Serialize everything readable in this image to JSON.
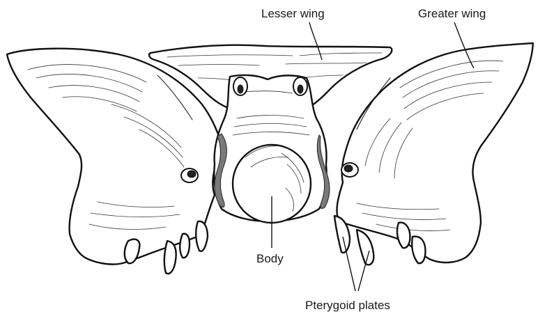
{
  "labels": {
    "lesser_wing": "Lesser wing",
    "greater_wing": "Greater wing",
    "body": "Body",
    "pterygoid_plates": "Pterygoid plates"
  },
  "colors": {
    "ink": "#111111",
    "cartilage": "#7a7a7a",
    "background": "#ffffff"
  }
}
